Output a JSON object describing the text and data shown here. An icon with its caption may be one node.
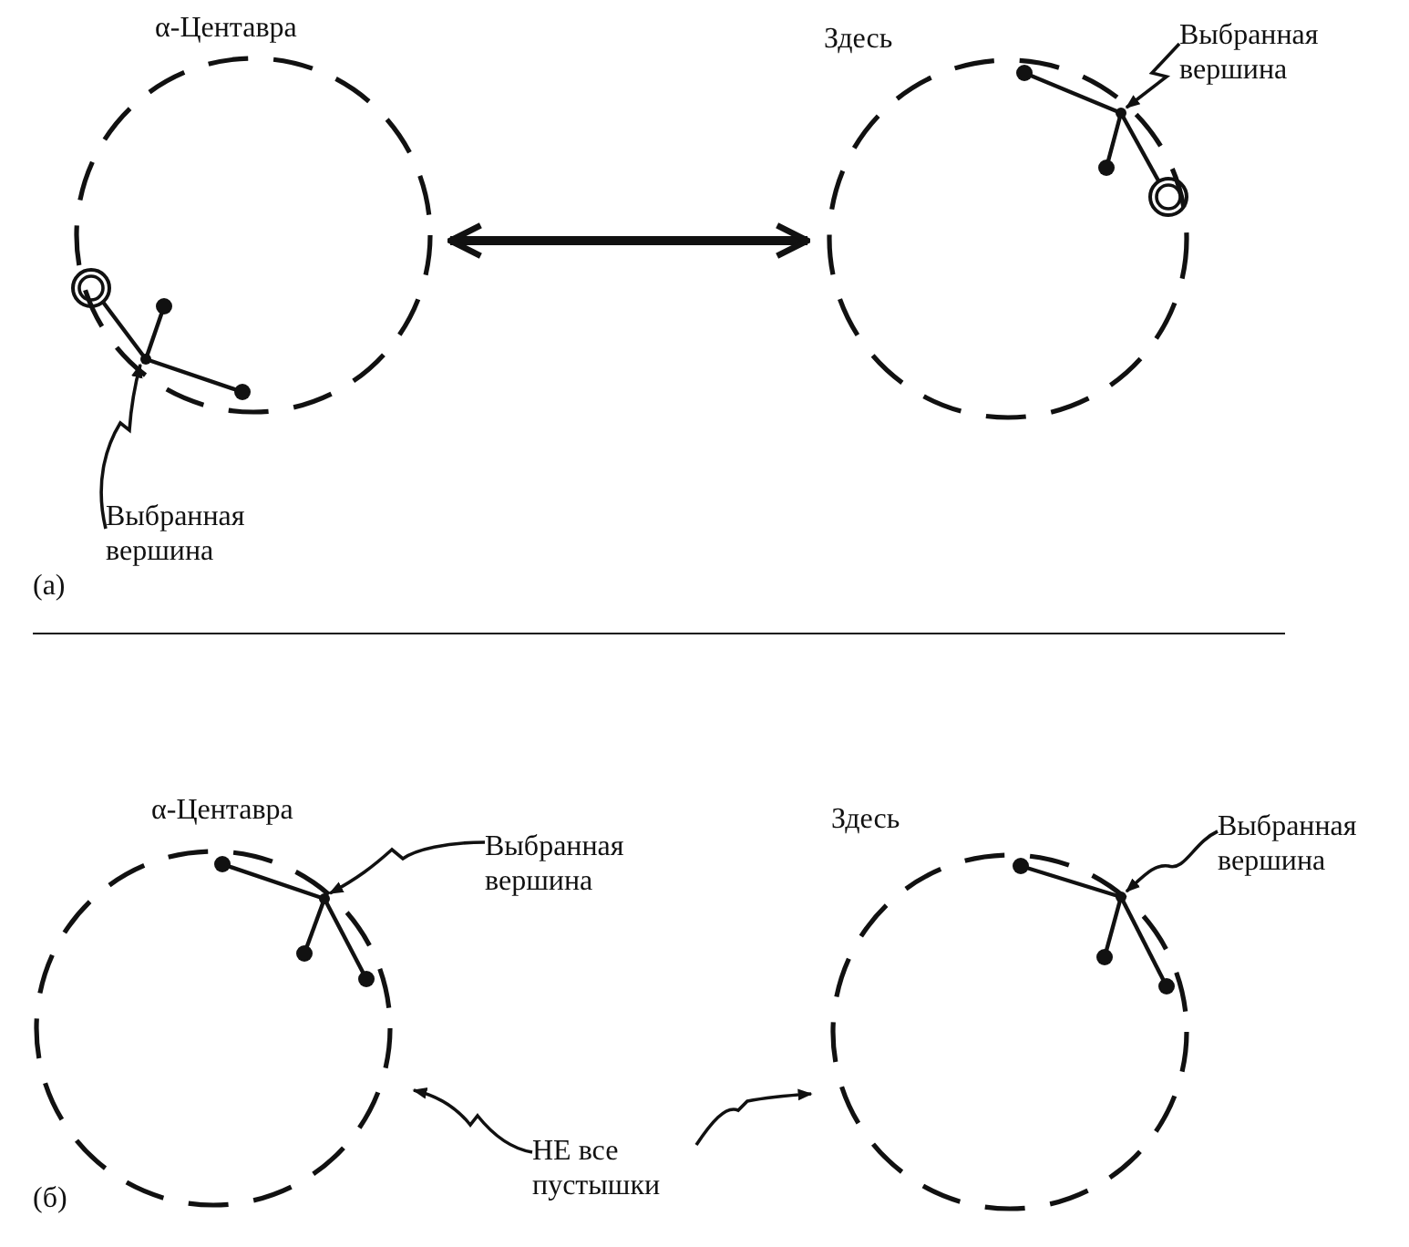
{
  "diagram": {
    "nodes": [
      {
        "text": [
          "α-Центавра"
        ]
      },
      {
        "text": [
          "Выбранная вершина"
        ]
      },
      {
        "text": [],
        "shape": "circle",
        "in": 0
      },
      {
        "text": [
          "Здесь"
        ]
      },
      {
        "text": [
          "Выбранная вершина"
        ]
      },
      {
        "text": [],
        "shape": "circle",
        "in": 3
      },
      {
        "text": [
          "α-Центавра"
        ]
      },
      {
        "text": [
          "Выбранная вершина"
        ]
      },
      {
        "text": [],
        "shape": "circle",
        "in": 6
      },
      {
        "text": [
          "Здесь"
        ]
      },
      {
        "text": [
          "Выбранная вершина"
        ]
      },
      {
        "text": [],
        "shape": "circle",
        "in": 9
      },
      {
        "text": [
          "НЕ все пустышки"
        ]
      }
    ],
    "edges": [
      {
        "from": 0,
        "to": 3,
        "arrow": "both",
        "style": "thick"
      },
      {
        "from": 1,
        "to": 2,
        "arrow": "to"
      },
      {
        "from": 4,
        "to": 5,
        "arrow": "to"
      },
      {
        "from": 7,
        "to": 8,
        "arrow": "to"
      },
      {
        "from": 10,
        "to": 11,
        "arrow": "to"
      },
      {
        "from": 12,
        "to": 6,
        "arrow": "to"
      },
      {
        "from": 12,
        "to": 9,
        "arrow": "to"
      }
    ],
    "labels": [
      "(а)",
      "(б)"
    ]
  }
}
